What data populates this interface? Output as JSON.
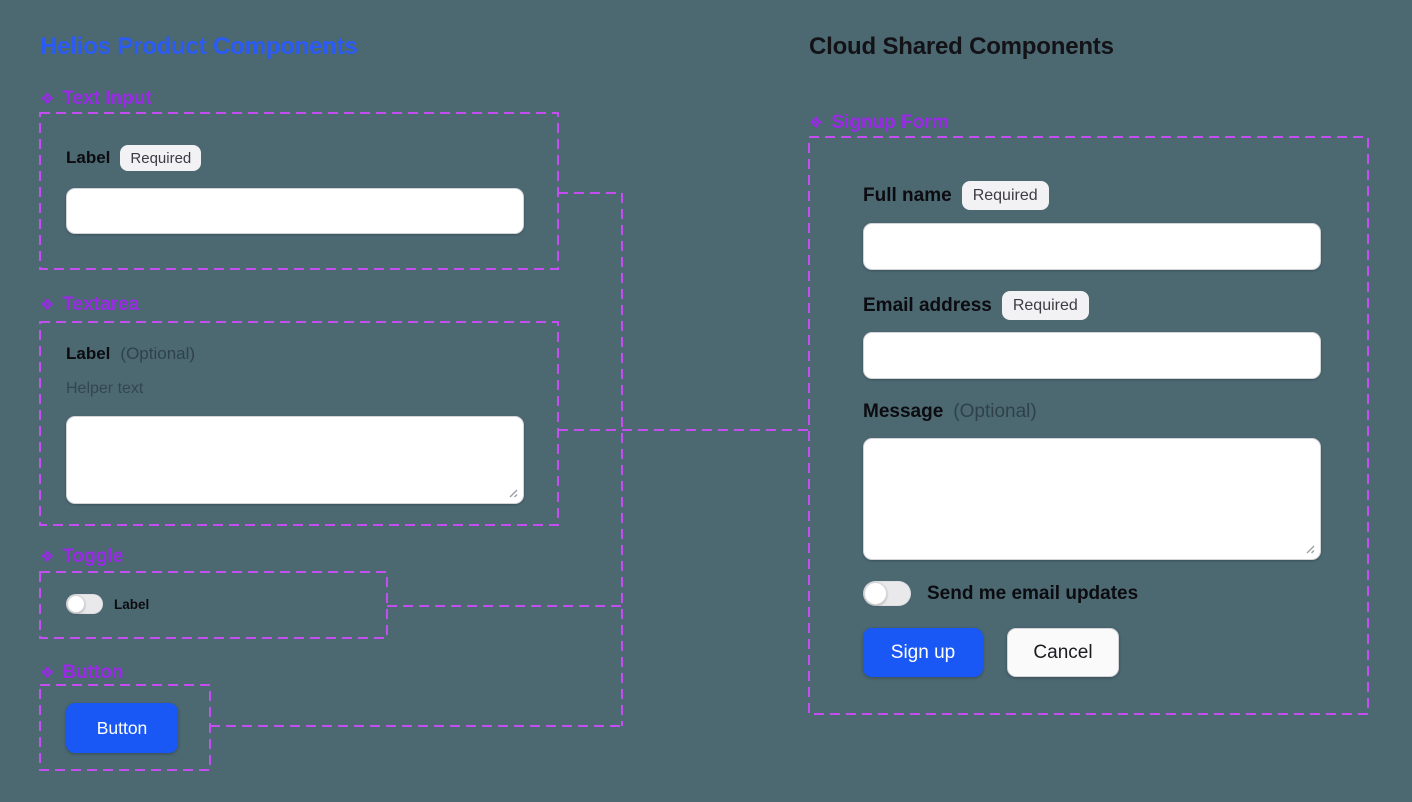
{
  "page": {
    "left_title": "Helios Product Components",
    "right_title": "Cloud Shared Components"
  },
  "icons": {
    "component": "❖",
    "resize_handle": "resize-grip"
  },
  "colors": {
    "background": "#4C6972",
    "title_blue": "#2A5BF6",
    "title_black": "#121217",
    "header_purple": "#9B27E9",
    "dashed_purple": "#C44EF2",
    "button_blue": "#1A58F5",
    "badge_background": "#F2F2F4",
    "badge_text": "#3C3C44",
    "field_border": "#D4D4D8"
  },
  "sections": {
    "text_input": {
      "header": "Text Input",
      "label": "Label",
      "badge": "Required",
      "value": "",
      "placeholder": ""
    },
    "textarea": {
      "header": "Textarea",
      "label": "Label",
      "optional": "(Optional)",
      "helper": "Helper text",
      "value": ""
    },
    "toggle": {
      "header": "Toggle",
      "label": "Label",
      "state": "off"
    },
    "button": {
      "header": "Button",
      "label": "Button"
    },
    "signup_form": {
      "header": "Signup Form",
      "fields": [
        {
          "label": "Full name",
          "badge": "Required",
          "value": "",
          "placeholder": ""
        },
        {
          "label": "Email address",
          "badge": "Required",
          "value": "",
          "placeholder": ""
        },
        {
          "label": "Message",
          "optional": "(Optional)",
          "value": ""
        }
      ],
      "toggle_label": "Send me email updates",
      "toggle_state": "off",
      "submit_label": "Sign up",
      "cancel_label": "Cancel"
    }
  }
}
